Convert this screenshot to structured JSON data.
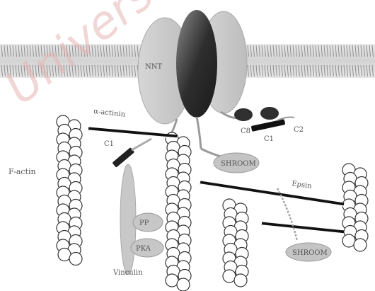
{
  "watermark": "Universit",
  "labels": {
    "nnt": "NNT",
    "c8": "C8",
    "c1_right": "C1",
    "c2": "C2",
    "c1_left": "C1",
    "alpha_actinin": "α-actinin",
    "f_actin": "F-actin",
    "shroom_top": "SHROOM",
    "epsin": "Epsin",
    "pp": "PP",
    "pka": "PKA",
    "shroom_bottom": "SHROOM",
    "vinculin": "Vinculin"
  },
  "colors": {
    "membrane": "#bdbdbd",
    "protein_light": "#c9c9c9",
    "protein_dark": "#3a3a3a",
    "actin_bead": "#ffffff",
    "actin_stroke": "#333333",
    "linker": "#111111",
    "watermark": "#e7b5b5"
  }
}
